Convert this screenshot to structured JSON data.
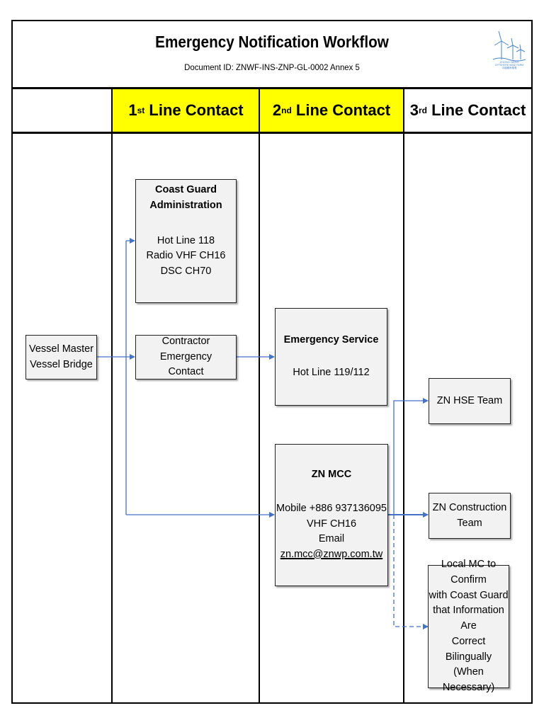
{
  "header": {
    "title": "Emergency Notification Workflow",
    "document_id": "Document ID: ZNWF-INS-ZNP-GL-0002 Annex 5",
    "logo_text_line1": "ZHONG NENG",
    "logo_text_line2": "OFFSHORE WIND FARM",
    "logo_text_line3": "中能離岸風電"
  },
  "columns": [
    {
      "num": "1",
      "sup": "st",
      "label": "Line Contact",
      "highlight": "#ffff00"
    },
    {
      "num": "2",
      "sup": "nd",
      "label": "Line Contact",
      "highlight": "#ffff00"
    },
    {
      "num": "3",
      "sup": "rd",
      "label": "Line Contact",
      "highlight": ""
    }
  ],
  "nodes": {
    "vessel": {
      "line1": "Vessel Master",
      "line2": "Vessel Bridge"
    },
    "coast_guard": {
      "title1": "Coast Guard",
      "title2": "Administration",
      "line1": "Hot Line 118",
      "line2": "Radio VHF CH16",
      "line3": "DSC CH70"
    },
    "contractor": {
      "line1": "Contractor Emergency",
      "line2": "Contact"
    },
    "emergency_service": {
      "title": "Emergency Service",
      "line1": "Hot Line 119/112"
    },
    "zn_mcc": {
      "title": "ZN MCC",
      "line1": "Mobile +886 937136095",
      "line2": "VHF CH16",
      "email_prefix": "Email ",
      "email": "zn.mcc@znwp.com.tw"
    },
    "zn_hse": {
      "line1": "ZN HSE Team"
    },
    "zn_construction": {
      "line1": "ZN Construction",
      "line2": "Team"
    },
    "local_mc": {
      "line1": "Local MC to Confirm",
      "line2": "with Coast Guard",
      "line3": "that Information Are",
      "line4": "Correct Bilingually",
      "line5": "(When Necessary)"
    }
  },
  "colors": {
    "arrow": "#4472c4",
    "header_highlight": "#ffff00",
    "box_fill": "#f2f2f2"
  }
}
